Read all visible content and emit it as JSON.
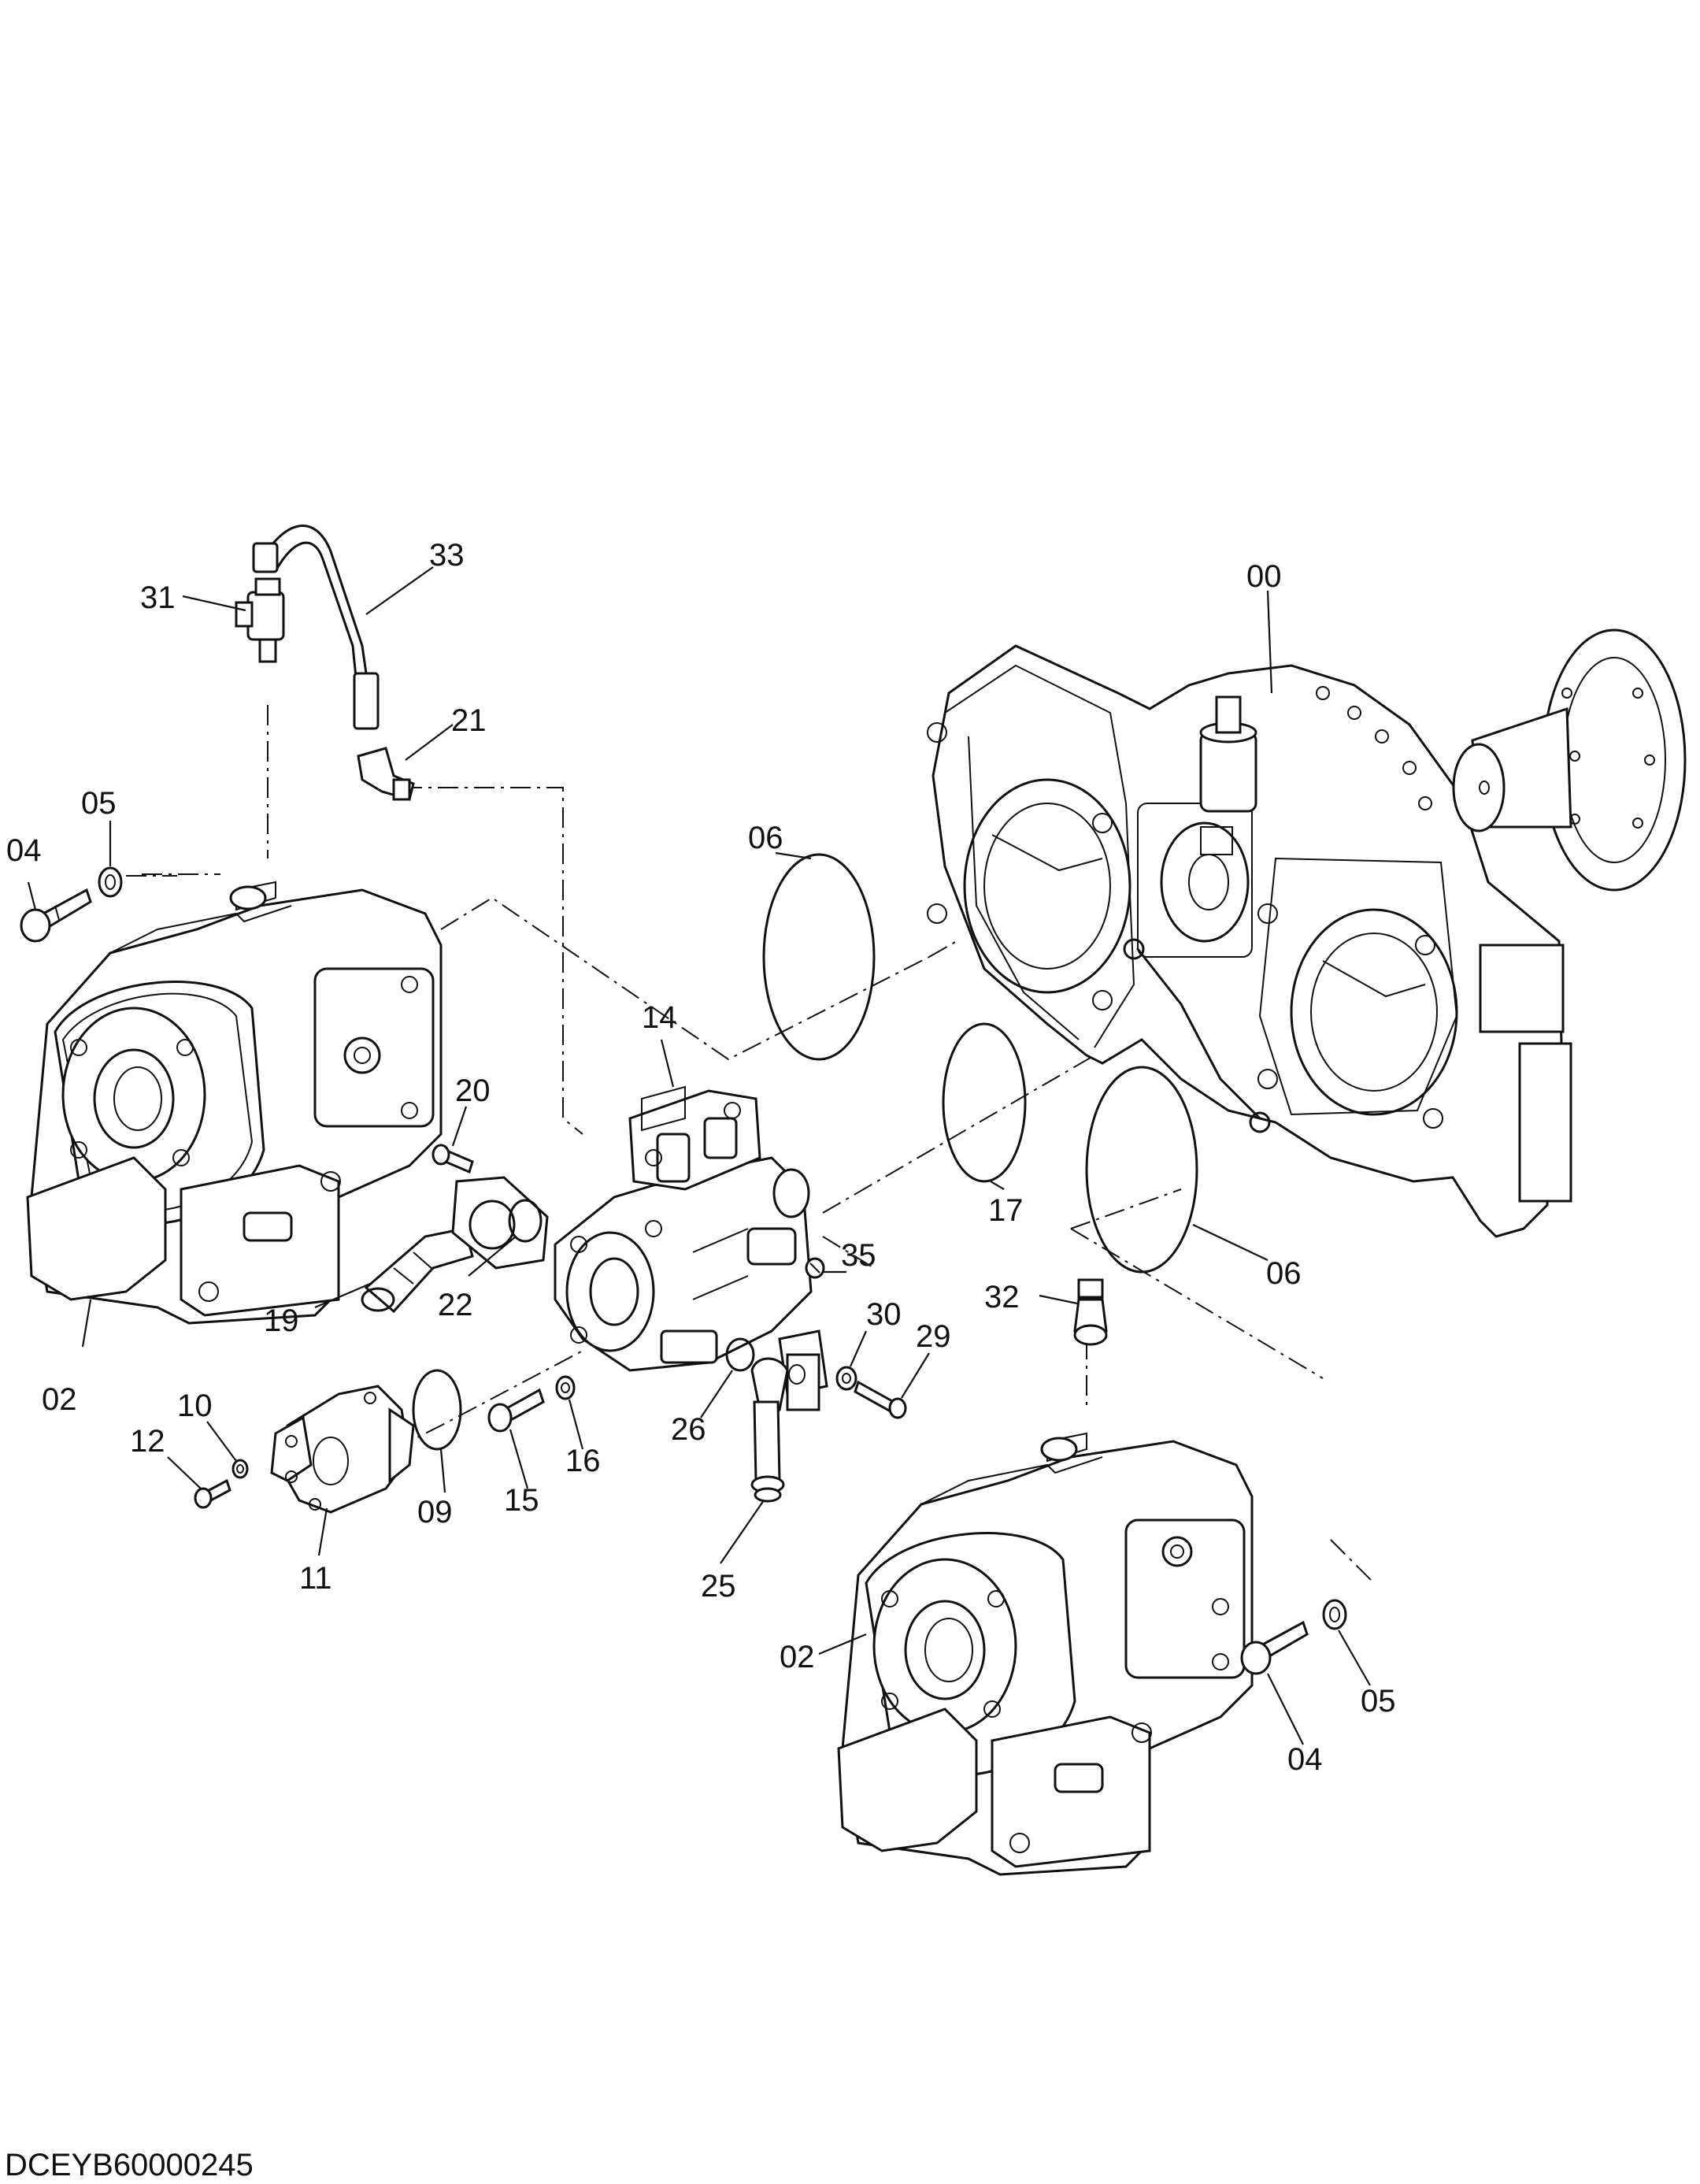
{
  "drawing": {
    "code": "DCEYB60000245"
  },
  "callouts": [
    {
      "id": "c00",
      "label": "00"
    },
    {
      "id": "c33",
      "label": "33"
    },
    {
      "id": "c31",
      "label": "31"
    },
    {
      "id": "c21",
      "label": "21"
    },
    {
      "id": "c05a",
      "label": "05"
    },
    {
      "id": "c04a",
      "label": "04"
    },
    {
      "id": "c06a",
      "label": "06"
    },
    {
      "id": "c20",
      "label": "20"
    },
    {
      "id": "c14",
      "label": "14"
    },
    {
      "id": "c17",
      "label": "17"
    },
    {
      "id": "c06b",
      "label": "06"
    },
    {
      "id": "c19",
      "label": "19"
    },
    {
      "id": "c22",
      "label": "22"
    },
    {
      "id": "c02a",
      "label": "02"
    },
    {
      "id": "c35",
      "label": "35"
    },
    {
      "id": "c32",
      "label": "32"
    },
    {
      "id": "c30",
      "label": "30"
    },
    {
      "id": "c29",
      "label": "29"
    },
    {
      "id": "c10",
      "label": "10"
    },
    {
      "id": "c12",
      "label": "12"
    },
    {
      "id": "c09",
      "label": "09"
    },
    {
      "id": "c15",
      "label": "15"
    },
    {
      "id": "c16",
      "label": "16"
    },
    {
      "id": "c26",
      "label": "26"
    },
    {
      "id": "c11",
      "label": "11"
    },
    {
      "id": "c25",
      "label": "25"
    },
    {
      "id": "c02b",
      "label": "02"
    },
    {
      "id": "c05b",
      "label": "05"
    },
    {
      "id": "c04b",
      "label": "04"
    }
  ]
}
